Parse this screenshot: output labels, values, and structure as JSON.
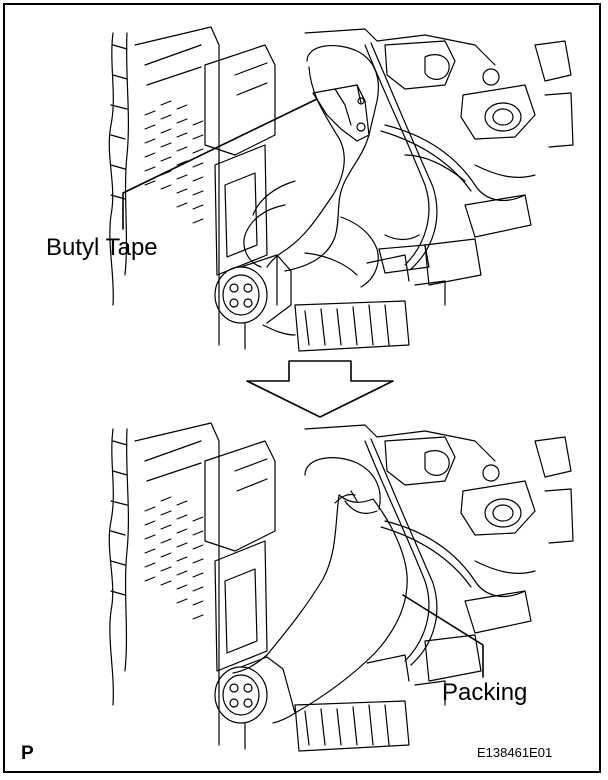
{
  "labels": {
    "butyl_tape": "Butyl Tape",
    "packing": "Packing",
    "page_code": "P",
    "figure_id": "E138461E01"
  },
  "icons": {
    "transition_arrow": "down-arrow-icon"
  }
}
